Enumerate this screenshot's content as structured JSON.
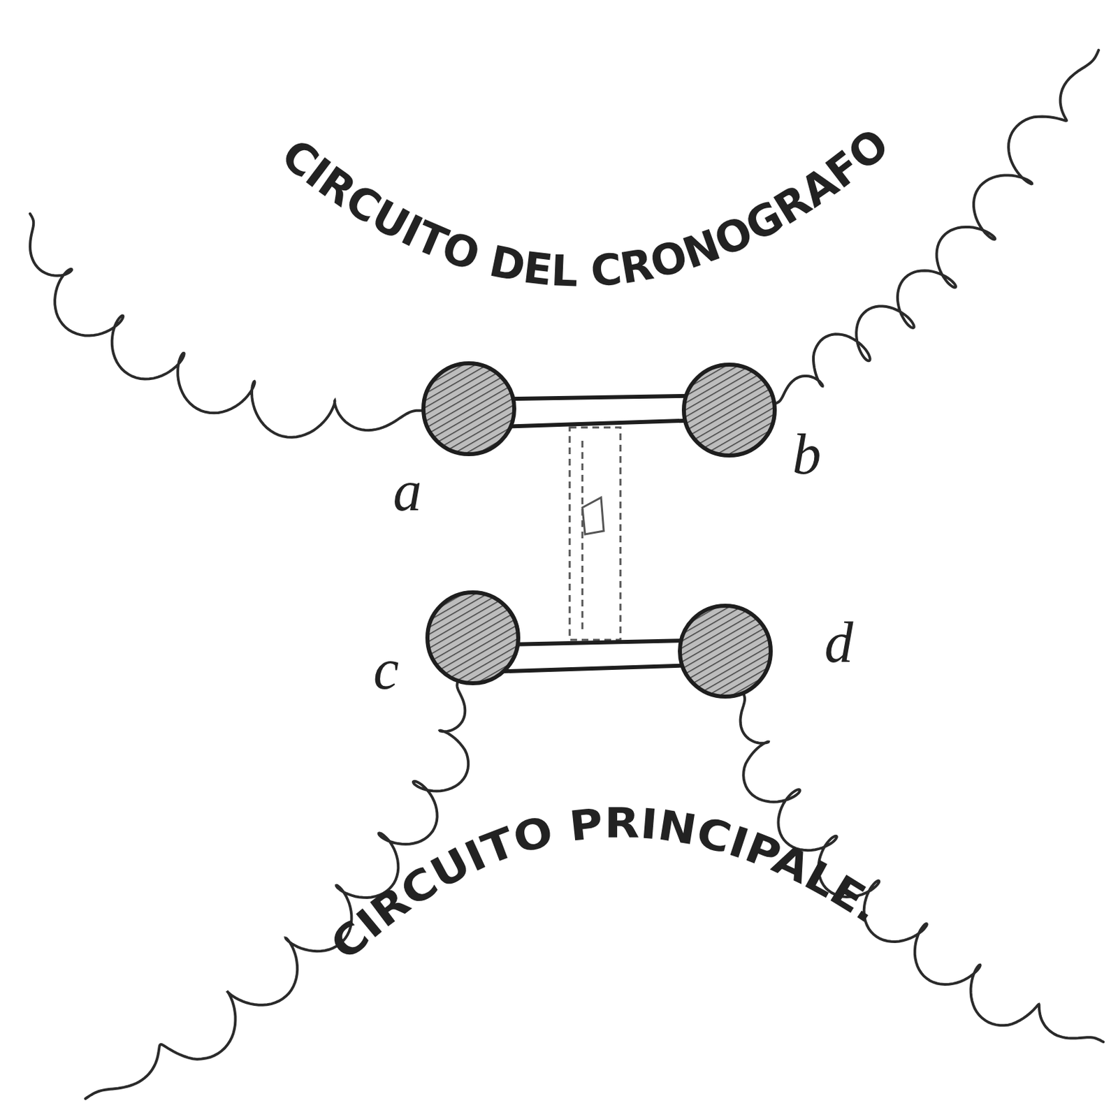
{
  "diagram": {
    "labels": [
      "CIRCUITO DEL CRONOGRAFO",
      "a",
      "b",
      "c",
      "d",
      "CIRCUITO PRINCIPALE."
    ]
  }
}
